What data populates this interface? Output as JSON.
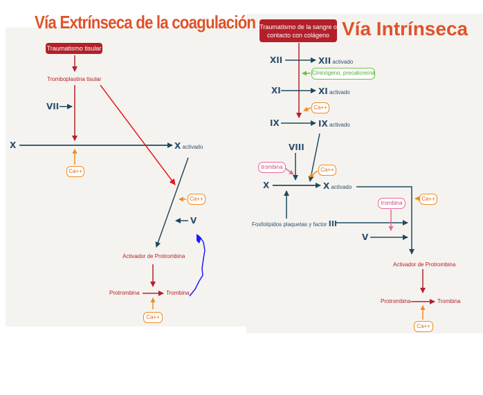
{
  "left": {
    "title": "Vía Extrínseca de la coagulación",
    "trauma": "Traumatismo tisular",
    "tromboplastina": "Tromboplastina tisular",
    "factor_vii": "VII",
    "factor_x": "X",
    "x_activado_roman": "X",
    "x_activado_text": "activado",
    "ca_1": "Ca++",
    "ca_2": "Ca++",
    "ca_3": "Ca++",
    "factor_v": "V",
    "activador": "Activador de Protrombina",
    "protrombina": "Protrombina",
    "trombina": "Trombina"
  },
  "right": {
    "title": "Vía Intrínseca",
    "trauma": "Traumatismo de la sangre o contacto con colágeno",
    "xii": "XII",
    "xii_act_roman": "XII",
    "xii_act_text": "activado",
    "cininogeno": "Cininógeno, precalicreína",
    "xi": "XI",
    "xi_act_roman": "XI",
    "xi_act_text": "activado",
    "ca_1": "Ca++",
    "ix": "IX",
    "ix_act_roman": "IX",
    "ix_act_text": "activado",
    "viii": "VIII",
    "trombina_1": "trombina",
    "ca_2": "Ca++",
    "x": "X",
    "x_act_roman": "X",
    "x_act_text": "activado",
    "trombina_2": "trombina",
    "ca_3": "Ca++",
    "fosfolipidos": "Fosfolípidos plaquetas y factor",
    "fosfolipidos_roman": "III",
    "v": "V",
    "activador": "Activador de Protrombina",
    "protrombina": "Protrombina",
    "trombina_3": "Trombina",
    "ca_4": "Ca++"
  },
  "colors": {
    "dark_red": "#b3202a",
    "navy": "#1f4a5e",
    "bright_red": "#e8141a",
    "blue": "#1a1aff",
    "orange": "#f08c1f",
    "green": "#6cc04a",
    "pink": "#e8679a",
    "title": "#e0522a"
  }
}
